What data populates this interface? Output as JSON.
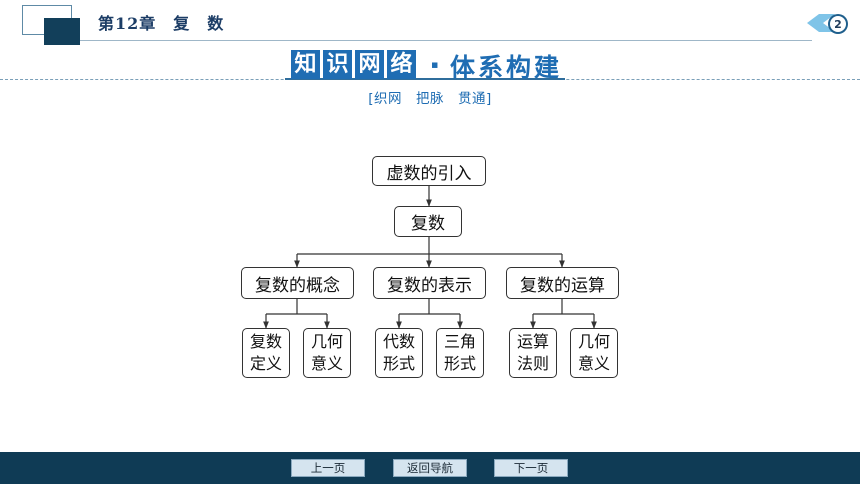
{
  "header": {
    "chapter": "第12章　复　数",
    "page_badge": "2"
  },
  "title": {
    "boxed_chars": [
      "知",
      "识",
      "网",
      "络"
    ],
    "bullet": "▪",
    "right_text": "体系构建",
    "subtitle": "[织网　把脉　贯通]"
  },
  "diagram": {
    "root": "虚数的引入",
    "center": "复数",
    "categories": [
      {
        "label": "复数的概念",
        "children": [
          [
            "复数",
            "定义"
          ],
          [
            "几何",
            "意义"
          ]
        ]
      },
      {
        "label": "复数的表示",
        "children": [
          [
            "代数",
            "形式"
          ],
          [
            "三角",
            "形式"
          ]
        ]
      },
      {
        "label": "复数的运算",
        "children": [
          [
            "运算",
            "法则"
          ],
          [
            "几何",
            "意义"
          ]
        ]
      }
    ]
  },
  "footer": {
    "prev": "上一页",
    "home": "返回导航",
    "next": "下一页"
  },
  "colors": {
    "header_block": "#123f5a",
    "title_blue": "#1f6db3",
    "footer_bar": "#0f3b55"
  }
}
